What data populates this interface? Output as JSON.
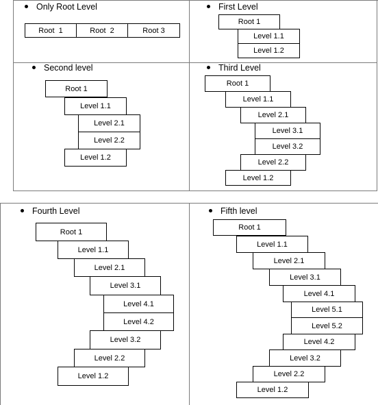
{
  "panels": [
    {
      "heading": "Only Root Level",
      "items": [
        "Root  1",
        "Root  2",
        "Root 3"
      ]
    },
    {
      "heading": "First Level",
      "items": [
        "Root 1",
        "Level 1.1",
        "Level 1.2"
      ]
    },
    {
      "heading": "Second level",
      "items": [
        "Root 1",
        "Level 1.1",
        "Level 2.1",
        "Level 2.2",
        "Level 1.2"
      ]
    },
    {
      "heading": "Third Level",
      "items": [
        "Root 1",
        "Level 1.1",
        "Level 2.1",
        "Level 3.1",
        "Level 3.2",
        "Level 2.2",
        "Level 1.2"
      ]
    },
    {
      "heading": "Fourth Level",
      "items": [
        "Root 1",
        "Level 1.1",
        "Level 2.1",
        "Level 3.1",
        "Level 4.1",
        "Level 4.2",
        "Level 3.2",
        "Level 2.2",
        "Level 1.2"
      ]
    },
    {
      "heading": "Fifth level",
      "items": [
        "Root 1",
        "Level 1.1",
        "Level 2.1",
        "Level 3.1",
        "Level 4.1",
        "Level 5.1",
        "Level 5.2",
        "Level 4.2",
        "Level 3.2",
        "Level 2.2",
        "Level 1.2"
      ]
    }
  ]
}
